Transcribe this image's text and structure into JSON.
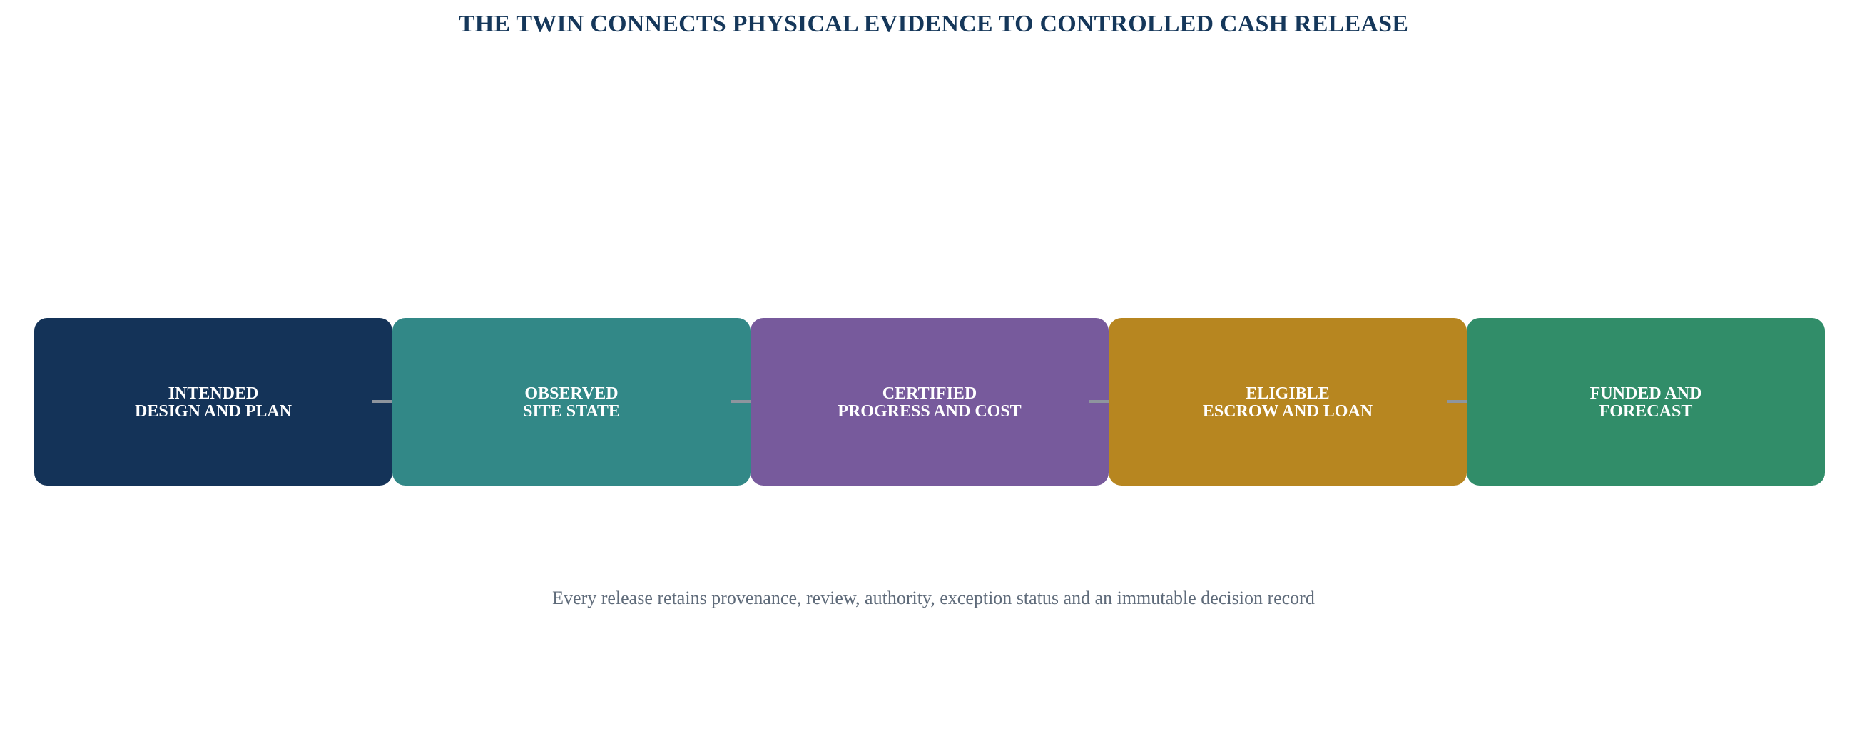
{
  "title": "THE TWIN CONNECTS PHYSICAL EVIDENCE TO CONTROLLED CASH RELEASE",
  "steps": [
    {
      "label": "INTENDED\nDESIGN AND PLAN",
      "color": "#143358"
    },
    {
      "label": "OBSERVED\nSITE STATE",
      "color": "#328887"
    },
    {
      "label": "CERTIFIED\nPROGRESS AND COST",
      "color": "#775a9c"
    },
    {
      "label": "ELIGIBLE\nESCROW AND LOAN",
      "color": "#b78620"
    },
    {
      "label": "FUNDED AND\nFORECAST",
      "color": "#318d69"
    }
  ],
  "arrow_color": "#8e959e",
  "footnote": "Every release retains provenance, review, authority, exception status and an immutable decision record"
}
